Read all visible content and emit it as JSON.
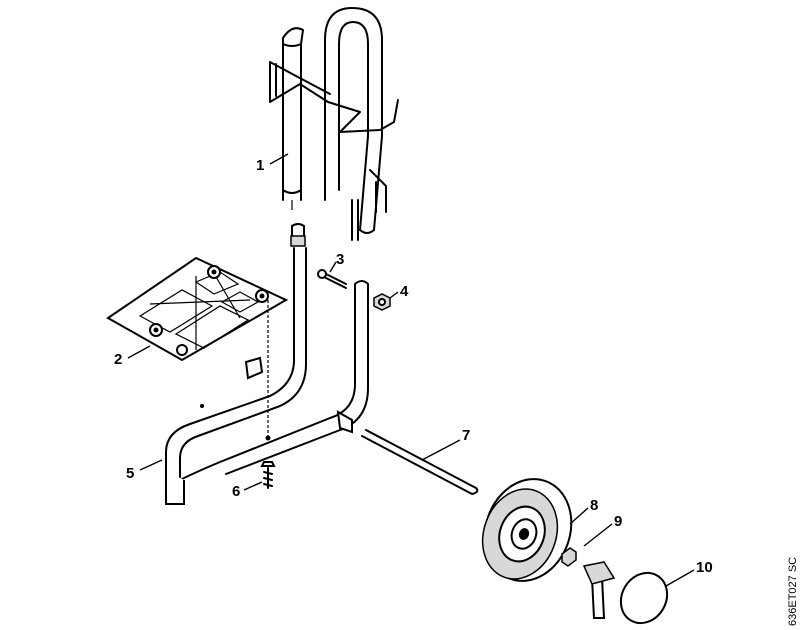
{
  "callouts": [
    {
      "id": "1",
      "label": "1"
    },
    {
      "id": "2",
      "label": "2"
    },
    {
      "id": "3",
      "label": "3"
    },
    {
      "id": "4",
      "label": "4"
    },
    {
      "id": "5",
      "label": "5"
    },
    {
      "id": "6",
      "label": "6"
    },
    {
      "id": "7",
      "label": "7"
    },
    {
      "id": "8",
      "label": "8"
    },
    {
      "id": "9",
      "label": "9"
    },
    {
      "id": "10",
      "label": "10"
    }
  ],
  "drawing_code": "636ET027 SC"
}
